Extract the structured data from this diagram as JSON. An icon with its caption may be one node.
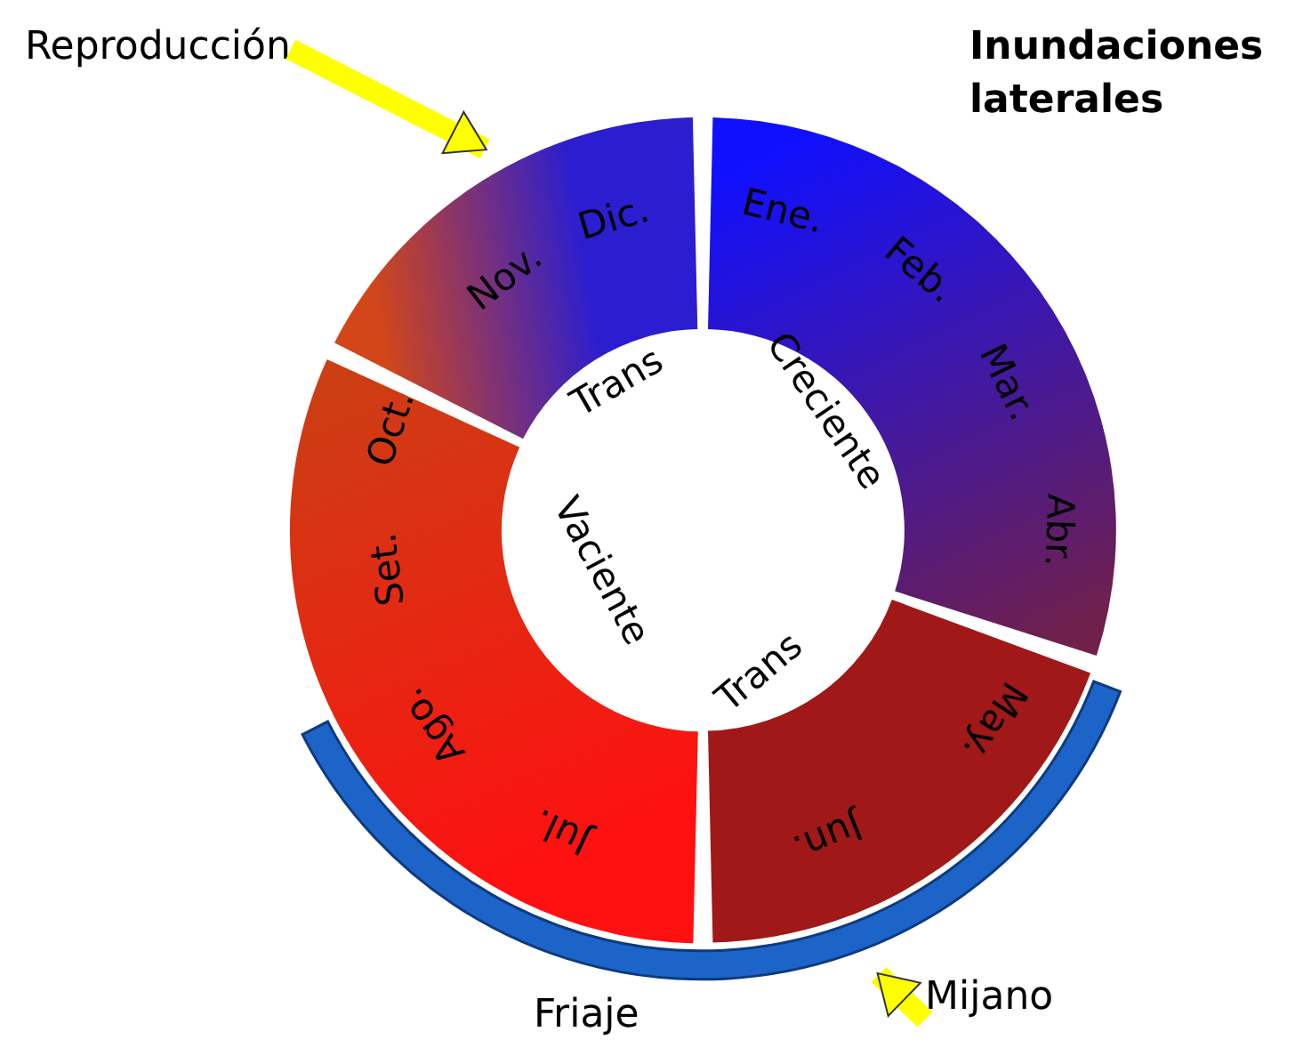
{
  "diagram": {
    "nodes": [
      {
        "text": [
          "Nov.",
          "Dic.",
          "Trans"
        ]
      },
      {
        "text": [
          "Ene.",
          "Feb.",
          "Mar.",
          "Abr.",
          "Creciente"
        ]
      },
      {
        "text": [
          "May.",
          "Jun.",
          "Trans"
        ]
      },
      {
        "text": [
          "Jul.",
          "Ago.",
          "Set.",
          "Oct.",
          "Vaciente"
        ]
      },
      {
        "text": [
          "Reproducción"
        ]
      },
      {
        "text": [
          "Friaje"
        ]
      },
      {
        "text": [
          "Mijano"
        ]
      }
    ],
    "edges": [
      {
        "from": 4,
        "to": 0,
        "arrow": "to",
        "color": "#ffff00"
      },
      {
        "from": 6,
        "to": 5,
        "arrow": "to",
        "color": "#ffff00"
      }
    ],
    "labels": [
      "Inundaciones laterales"
    ]
  }
}
